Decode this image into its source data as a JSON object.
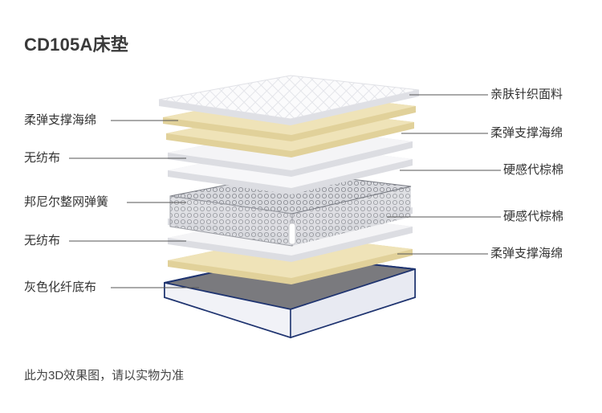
{
  "title": "CD105A床垫",
  "footnote": "此为3D效果图，请以实物为准",
  "colors": {
    "foam": "#efe3b8",
    "foam_edge": "#e1d19a",
    "white_layer": "#f4f4f6",
    "white_edge": "#dcdde2",
    "base_side": "#1f3470",
    "base_top": "#6f6f73",
    "leader": "#555555"
  },
  "labels_left": [
    {
      "id": "left-foam-1",
      "text": "柔弹支撑海绵"
    },
    {
      "id": "left-nonwoven-1",
      "text": "无纺布"
    },
    {
      "id": "left-spring",
      "text": "邦尼尔整网弹簧"
    },
    {
      "id": "left-nonwoven-2",
      "text": "无纺布"
    },
    {
      "id": "left-base",
      "text": "灰色化纤底布"
    }
  ],
  "labels_right": [
    {
      "id": "right-fabric",
      "text": "亲肤针织面料"
    },
    {
      "id": "right-foam-1",
      "text": "柔弹支撑海绵"
    },
    {
      "id": "right-palm-1",
      "text": "硬感代棕棉"
    },
    {
      "id": "right-palm-2",
      "text": "硬感代棕棉"
    },
    {
      "id": "right-foam-2",
      "text": "柔弹支撑海绵"
    }
  ]
}
